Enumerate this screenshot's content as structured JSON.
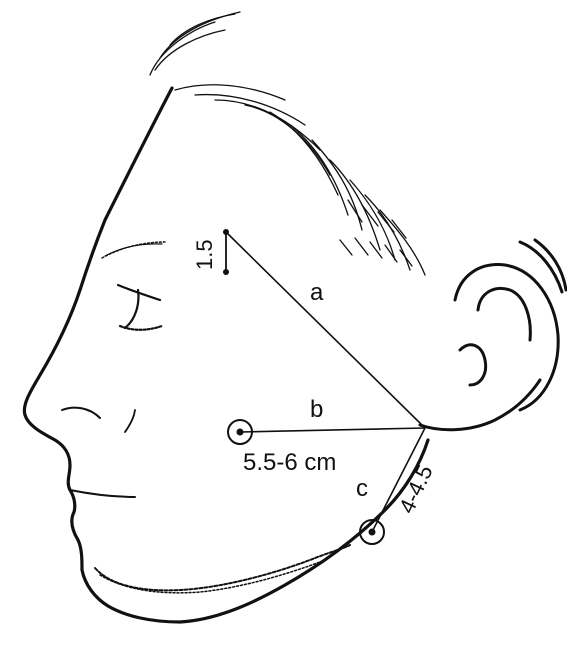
{
  "labels": {
    "eyebrow_measure": "1.5",
    "line_a": "a",
    "line_b": "b",
    "line_c": "c",
    "line_b_length": "5.5-6 cm",
    "line_c_length": "4-4.5"
  },
  "colors": {
    "ink": "#111111",
    "background": "#ffffff"
  }
}
